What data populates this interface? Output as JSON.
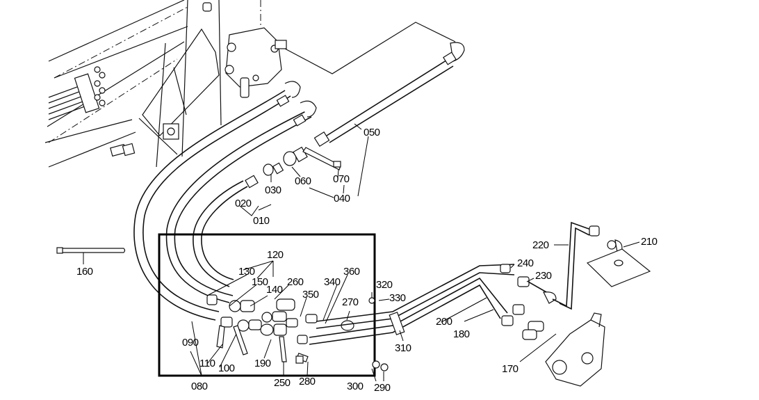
{
  "diagram": {
    "type": "exploded parts diagram - hydraulic lines",
    "colors": {
      "ink": "#000000",
      "background": "#ffffff"
    },
    "labels": {
      "p010": "010",
      "p020": "020",
      "p030": "030",
      "p040": "040",
      "p050": "050",
      "p060": "060",
      "p070": "070",
      "p080": "080",
      "p090": "090",
      "p100": "100",
      "p110": "110",
      "p120": "120",
      "p130": "130",
      "p140": "140",
      "p150": "150",
      "p160": "160",
      "p170": "170",
      "p180": "180",
      "p190": "190",
      "p200": "200",
      "p210": "210",
      "p220": "220",
      "p230": "230",
      "p240": "240",
      "p250": "250",
      "p260": "260",
      "p270": "270",
      "p280": "280",
      "p290": "290",
      "p300": "300",
      "p310": "310",
      "p320": "320",
      "p330": "330",
      "p340": "340",
      "p350": "350",
      "p360": "360"
    }
  }
}
